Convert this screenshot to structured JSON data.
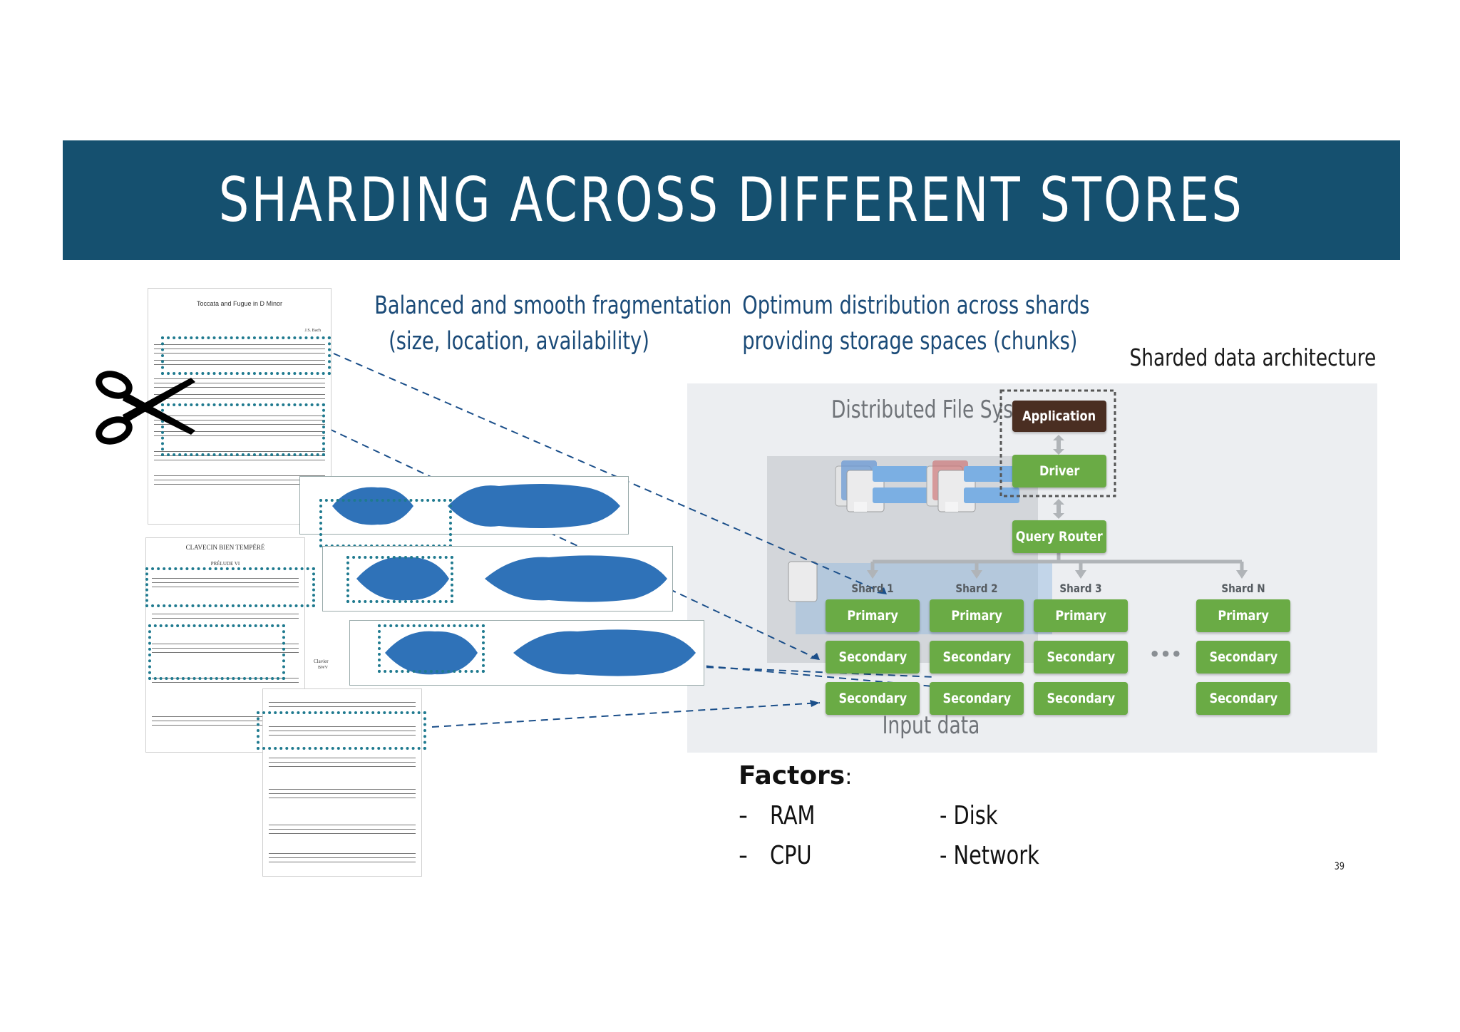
{
  "slide": {
    "title": "SHARDING ACROSS DIFFERENT STORES",
    "page_number": "39"
  },
  "captions": {
    "left_line1": "Balanced and smooth fragmentation",
    "left_line2": "(size, location, availability)",
    "right_line1": "Optimum distribution across shards",
    "right_line2": "providing storage spaces (chunks)"
  },
  "architecture": {
    "title": "Sharded data architecture",
    "dfs_label": "Distributed File Syst",
    "application": "Application",
    "driver": "Driver",
    "query_router": "Query Router",
    "input_label": "Input data",
    "ellipsis": "•••",
    "shards": [
      {
        "name": "Shard 1",
        "primary": "Primary",
        "secondary1": "Secondary",
        "secondary2": "Secondary"
      },
      {
        "name": "Shard 2",
        "primary": "Primary",
        "secondary1": "Secondary",
        "secondary2": "Secondary"
      },
      {
        "name": "Shard 3",
        "primary": "Primary",
        "secondary1": "Secondary",
        "secondary2": "Secondary"
      },
      {
        "name": "Shard N",
        "primary": "Primary",
        "secondary1": "Secondary",
        "secondary2": "Secondary"
      }
    ],
    "colors": {
      "node_green": "#6aab45",
      "application_brown": "#4a2e22",
      "banner_blue": "#15506f"
    }
  },
  "sheet_music": {
    "title1": "Toccata and Fugue in D Minor",
    "composer1": "J.S. Bach",
    "title2": "CLAVECIN BIEN TEMPÉRÉ",
    "prelude": "PRÉLUDE VI",
    "clavier_label": "Clavier",
    "bwv": "BWV"
  },
  "factors": {
    "title": "Factors",
    "colon": ":",
    "items": [
      {
        "dash": "-",
        "label": "RAM"
      },
      {
        "dash": "-",
        "label": "CPU"
      }
    ],
    "items_right": [
      "- Disk",
      "- Network"
    ]
  }
}
